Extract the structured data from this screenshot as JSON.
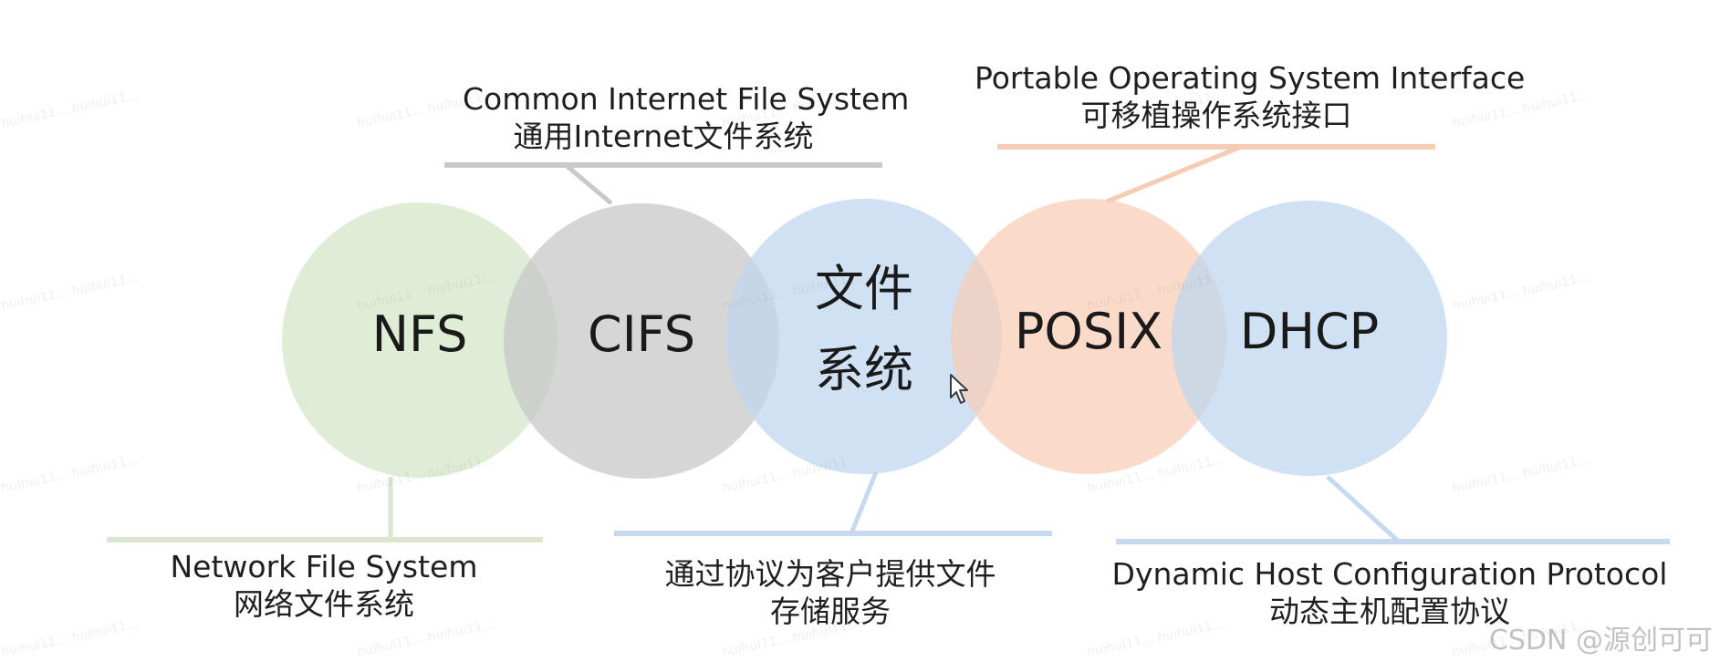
{
  "circles": [
    {
      "id": "nfs",
      "label": "NFS",
      "fill": "#d6e8cc"
    },
    {
      "id": "cifs",
      "label": "CIFS",
      "fill": "#c6c6c6"
    },
    {
      "id": "fs",
      "label_line1": "文件",
      "label_line2": "系统",
      "fill": "#bdd6ef"
    },
    {
      "id": "posix",
      "label": "POSIX",
      "fill": "#f8cdb6"
    },
    {
      "id": "dhcp",
      "label": "DHCP",
      "fill": "#bdd6ef"
    }
  ],
  "annotations": {
    "cifs": {
      "line1": "Common Internet File System",
      "line2": "通用Internet文件系统",
      "color": "#c9c9c9"
    },
    "posix": {
      "line1": "Portable Operating System Interface",
      "line2": "可移植操作系统接口",
      "color": "#f6ccb5"
    },
    "nfs": {
      "line1": "Network File System",
      "line2": "网络文件系统",
      "color": "#dbe6cf"
    },
    "fs": {
      "line1": "通过协议为客户提供文件",
      "line2": "存储服务",
      "color": "#c6d9ee"
    },
    "dhcp": {
      "line1": "Dynamic Host Configuration Protocol",
      "line2": "动态主机配置协议",
      "color": "#c6d9ee"
    }
  },
  "watermark": {
    "text": "huihui11...  huihui11..."
  },
  "credit": "CSDN @源创可可",
  "icons": {
    "cursor": "mouse-pointer-icon"
  }
}
